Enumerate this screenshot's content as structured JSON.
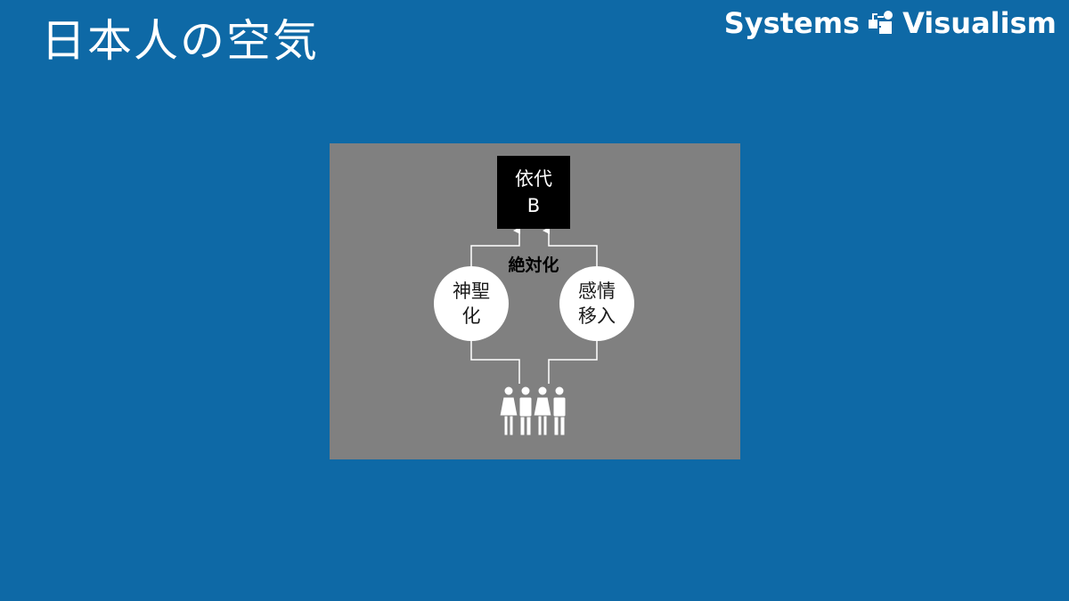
{
  "page": {
    "title": "日本人の空気"
  },
  "brand": {
    "name_left": "Systems",
    "name_right": "Visualism"
  },
  "diagram": {
    "target": {
      "line1": "依代",
      "line2": "B"
    },
    "edge_label": "絶対化",
    "left_node": {
      "line1": "神聖",
      "line2": "化"
    },
    "right_node": {
      "line1": "感情",
      "line2": "移入"
    },
    "source": {
      "icon": "people-group-icon"
    }
  },
  "colors": {
    "background": "#0e69a6",
    "panel": "#808080",
    "target_box": "#000000",
    "node": "#ffffff",
    "text_light": "#ffffff"
  }
}
